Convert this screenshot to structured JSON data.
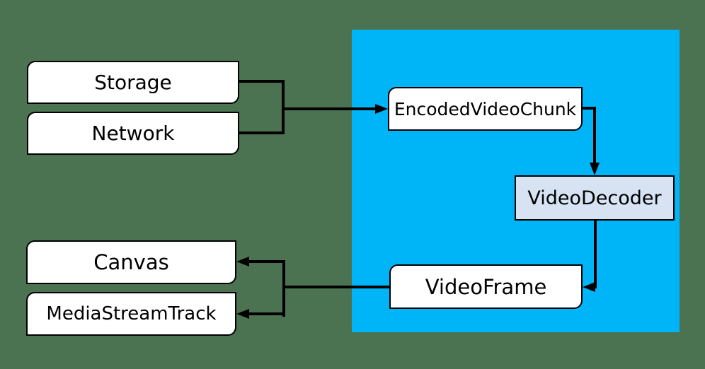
{
  "diagram": {
    "nodes": {
      "storage": {
        "label": "Storage"
      },
      "network": {
        "label": "Network"
      },
      "encoded_video_chunk": {
        "label": "EncodedVideoChunk"
      },
      "video_decoder": {
        "label": "VideoDecoder"
      },
      "video_frame": {
        "label": "VideoFrame"
      },
      "canvas": {
        "label": "Canvas"
      },
      "media_stream_track": {
        "label": "MediaStreamTrack"
      }
    },
    "edges": [
      {
        "from": "storage",
        "to": "encoded_video_chunk"
      },
      {
        "from": "network",
        "to": "encoded_video_chunk"
      },
      {
        "from": "encoded_video_chunk",
        "to": "video_decoder"
      },
      {
        "from": "video_decoder",
        "to": "video_frame"
      },
      {
        "from": "video_frame",
        "to": "canvas"
      },
      {
        "from": "video_frame",
        "to": "media_stream_track"
      }
    ],
    "colors": {
      "background": "#4B7352",
      "panel": "#00B4F8",
      "node_fill": "#FFFFFF",
      "video_decoder_fill": "#D7E3F3",
      "line": "#000000",
      "text": "#000000"
    }
  }
}
